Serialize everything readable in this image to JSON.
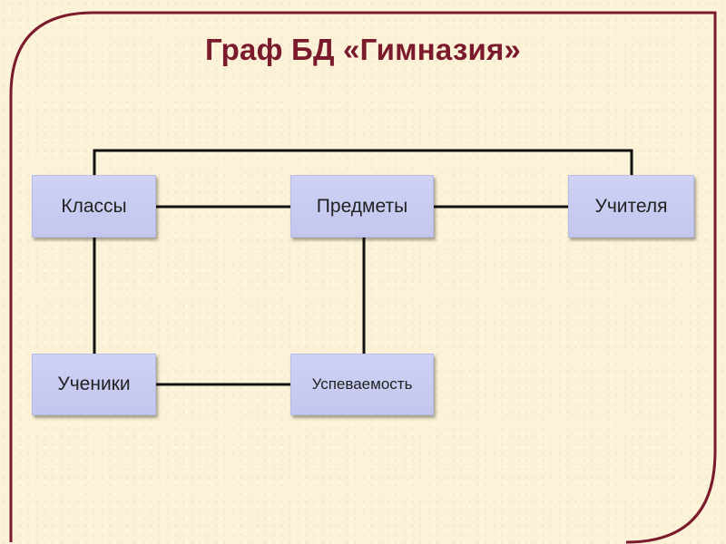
{
  "slide": {
    "title": "Граф БД «Гимназия»",
    "accent_color": "#7b1a2d",
    "background_color": "#fbf2d8",
    "node_color": "#c8cbf0"
  },
  "diagram": {
    "nodes": [
      {
        "id": "classes",
        "label": "Классы"
      },
      {
        "id": "subjects",
        "label": "Предметы"
      },
      {
        "id": "teachers",
        "label": "Учителя"
      },
      {
        "id": "students",
        "label": "Ученики"
      },
      {
        "id": "grades",
        "label": "Успеваемость"
      }
    ],
    "edges": [
      {
        "from": "classes",
        "to": "subjects"
      },
      {
        "from": "subjects",
        "to": "teachers"
      },
      {
        "from": "classes",
        "to": "teachers"
      },
      {
        "from": "classes",
        "to": "students"
      },
      {
        "from": "subjects",
        "to": "grades"
      },
      {
        "from": "students",
        "to": "grades"
      }
    ]
  }
}
